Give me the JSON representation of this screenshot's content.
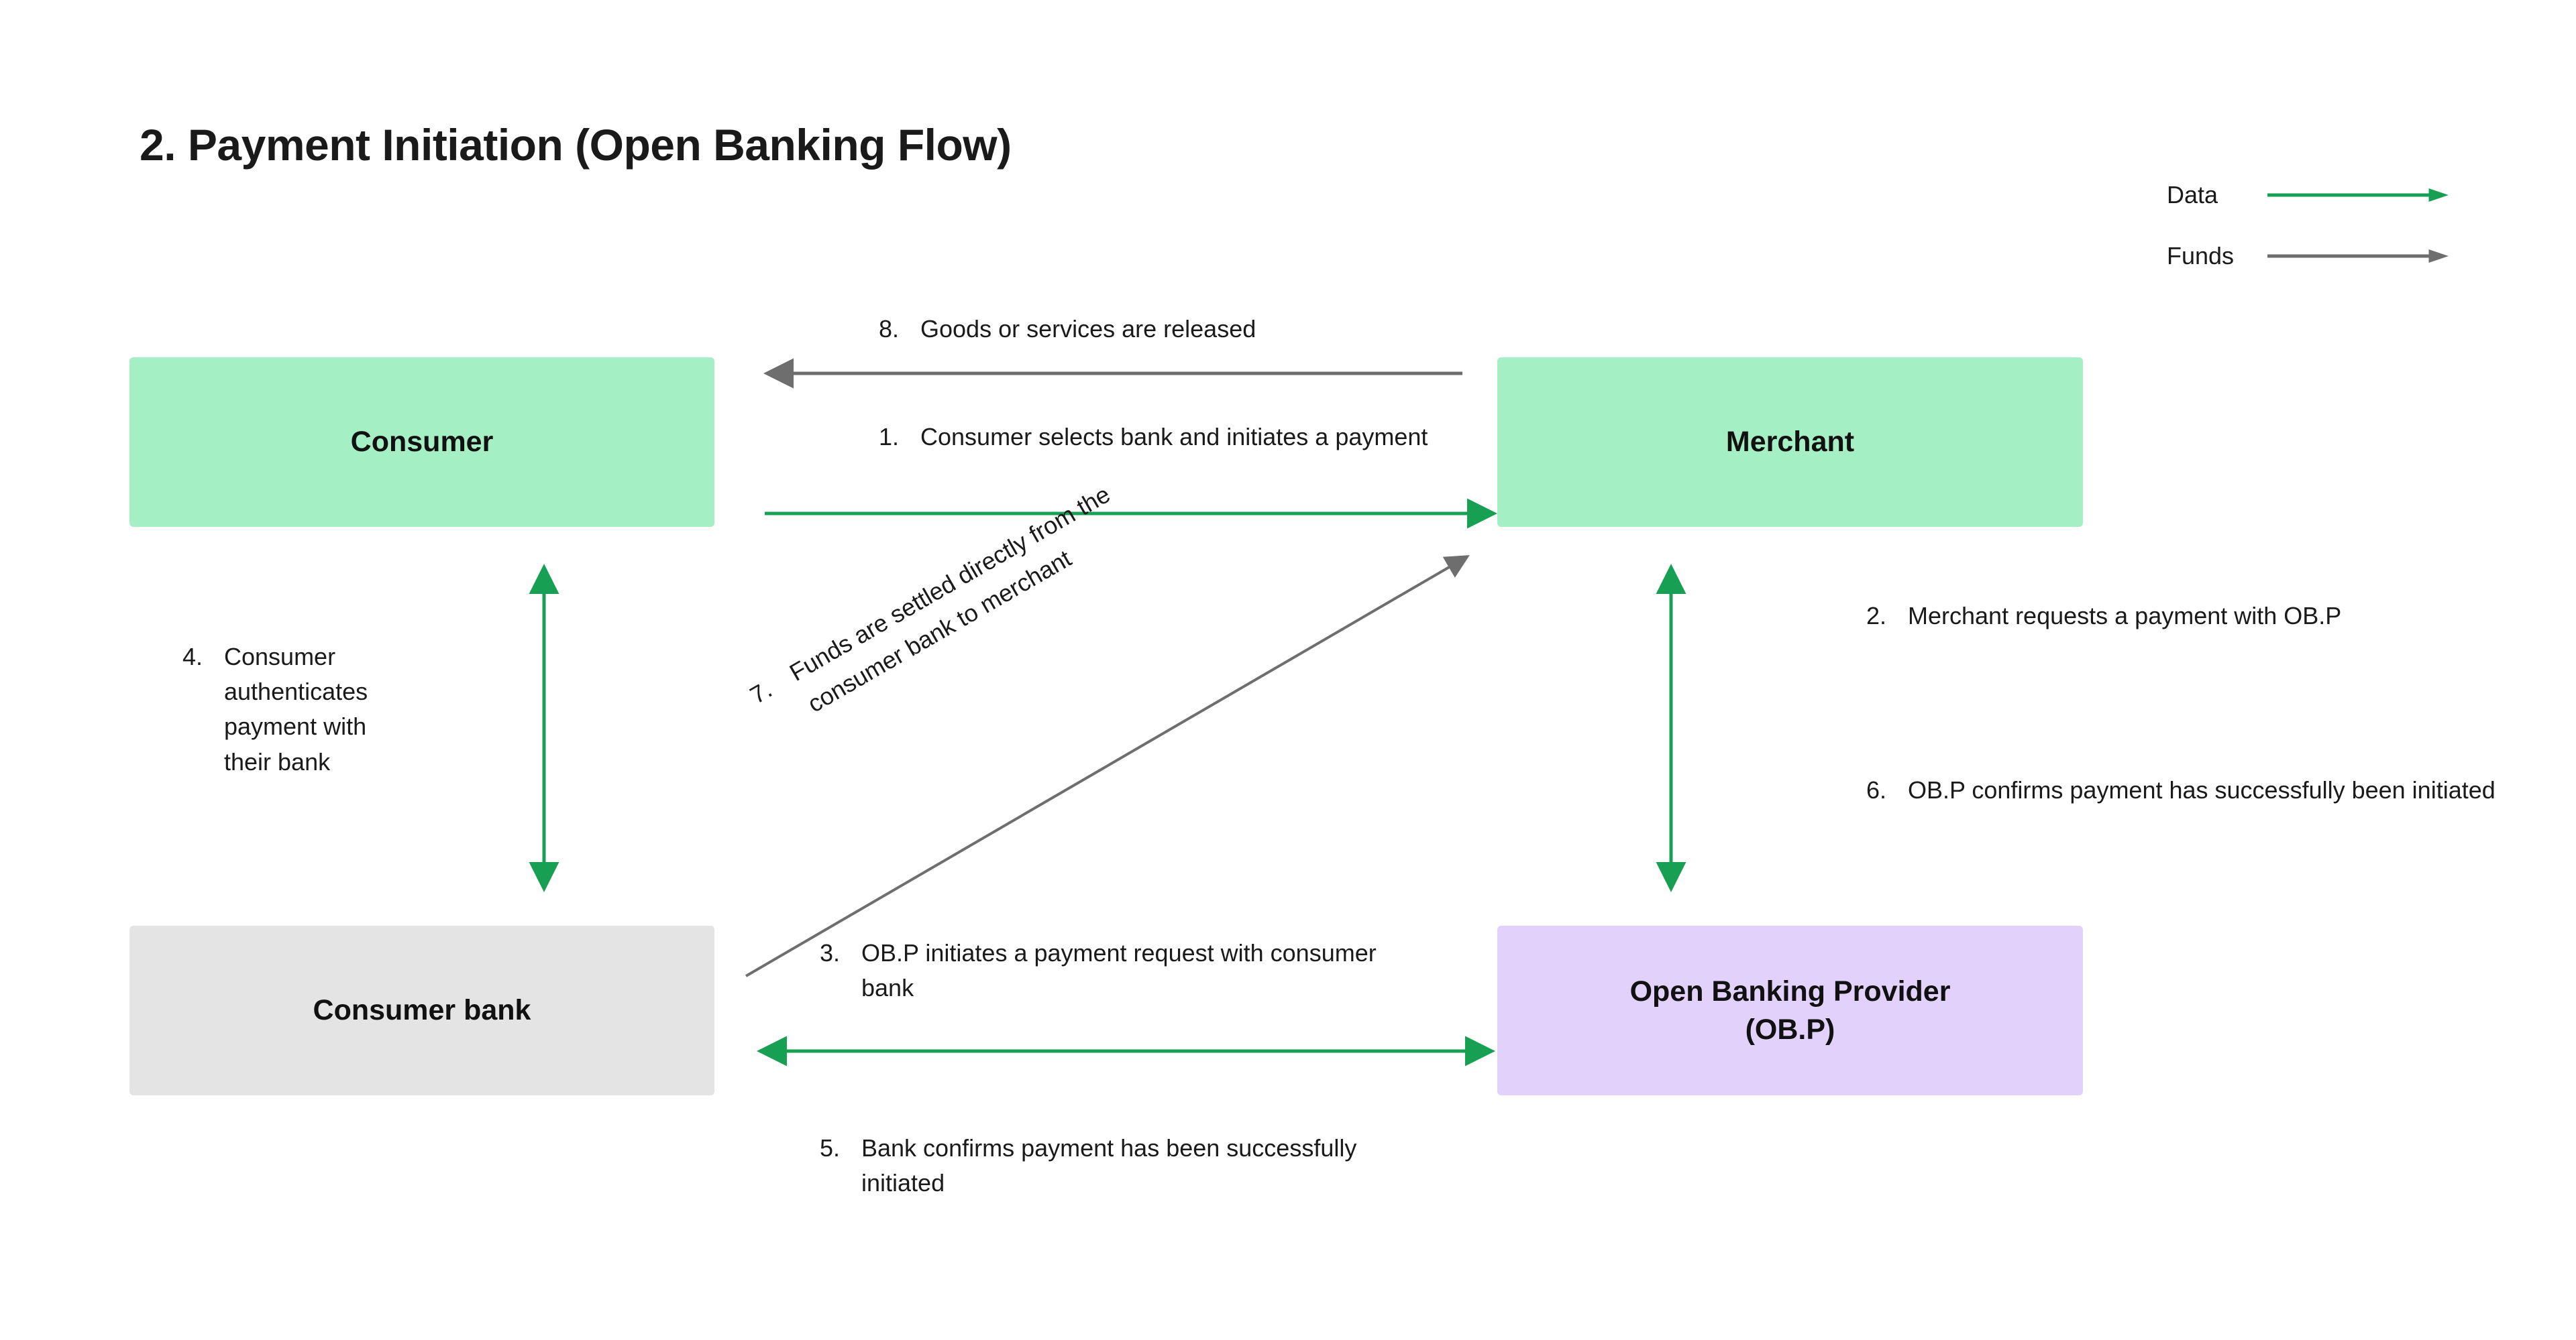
{
  "page": {
    "title": "2. Payment Initiation (Open Banking Flow)",
    "background_color": "#FFFFFF"
  },
  "colors": {
    "data_arrow": "#17A054",
    "funds_arrow": "#6E6E6E",
    "entity_green": "#A5EFC4",
    "entity_gray": "#E4E4E4",
    "entity_purple": "#E2D2FB",
    "text": "#1A1A1A"
  },
  "legend": {
    "items": [
      {
        "label": "Data",
        "color": "#17A054",
        "icon": "arrow-right-icon"
      },
      {
        "label": "Funds",
        "color": "#6E6E6E",
        "icon": "arrow-right-icon"
      }
    ]
  },
  "entities": {
    "consumer": {
      "label": "Consumer",
      "fill": "#A5EFC4"
    },
    "merchant": {
      "label": "Merchant",
      "fill": "#A5EFC4"
    },
    "consumer_bank": {
      "label": "Consumer bank",
      "fill": "#E4E4E4"
    },
    "open_banking_provider": {
      "label_line1": "Open Banking Provider",
      "label_line2": "(OB.P)",
      "fill": "#E2D2FB"
    }
  },
  "steps": [
    {
      "number": "1.",
      "text": "Consumer selects bank and initiates a payment",
      "flow": "Data",
      "from": "Consumer",
      "to": "Merchant"
    },
    {
      "number": "2.",
      "text": "Merchant requests a payment with OB.P",
      "flow": "Data",
      "from": "Merchant",
      "to": "Open Banking Provider (OB.P)"
    },
    {
      "number": "3.",
      "text": "OB.P initiates a payment request with consumer bank",
      "flow": "Data",
      "from": "Open Banking Provider (OB.P)",
      "to": "Consumer bank"
    },
    {
      "number": "4.",
      "text": "Consumer authenticates payment with their bank",
      "flow": "Data",
      "from": "Consumer",
      "to": "Consumer bank"
    },
    {
      "number": "5.",
      "text": "Bank confirms payment has been successfully initiated",
      "flow": "Data",
      "from": "Consumer bank",
      "to": "Open Banking Provider (OB.P)"
    },
    {
      "number": "6.",
      "text": "OB.P confirms payment has successfully been initiated",
      "flow": "Data",
      "from": "Open Banking Provider (OB.P)",
      "to": "Merchant"
    },
    {
      "number": "7.",
      "text": "Funds are settled directly from the consumer bank to merchant",
      "flow": "Funds",
      "from": "Consumer bank",
      "to": "Merchant"
    },
    {
      "number": "8.",
      "text": "Goods or services are released",
      "flow": "Funds",
      "from": "Merchant",
      "to": "Consumer"
    }
  ],
  "step_labels": {
    "s1": {
      "num": "1.",
      "text": "Consumer selects bank and initiates a payment"
    },
    "s2": {
      "num": "2.",
      "text": "Merchant requests a payment with OB.P"
    },
    "s3": {
      "num": "3.",
      "text": "OB.P initiates a payment request with consumer bank"
    },
    "s4": {
      "num": "4.",
      "text": "Consumer authenticates payment with their bank"
    },
    "s5": {
      "num": "5.",
      "text": "Bank confirms payment has been successfully initiated"
    },
    "s6": {
      "num": "6.",
      "text": "OB.P confirms payment has successfully been initiated"
    },
    "s7": {
      "num": "7.",
      "text": "Funds are settled directly from the consumer bank to merchant"
    },
    "s8": {
      "num": "8.",
      "text": "Goods or services are released"
    }
  }
}
